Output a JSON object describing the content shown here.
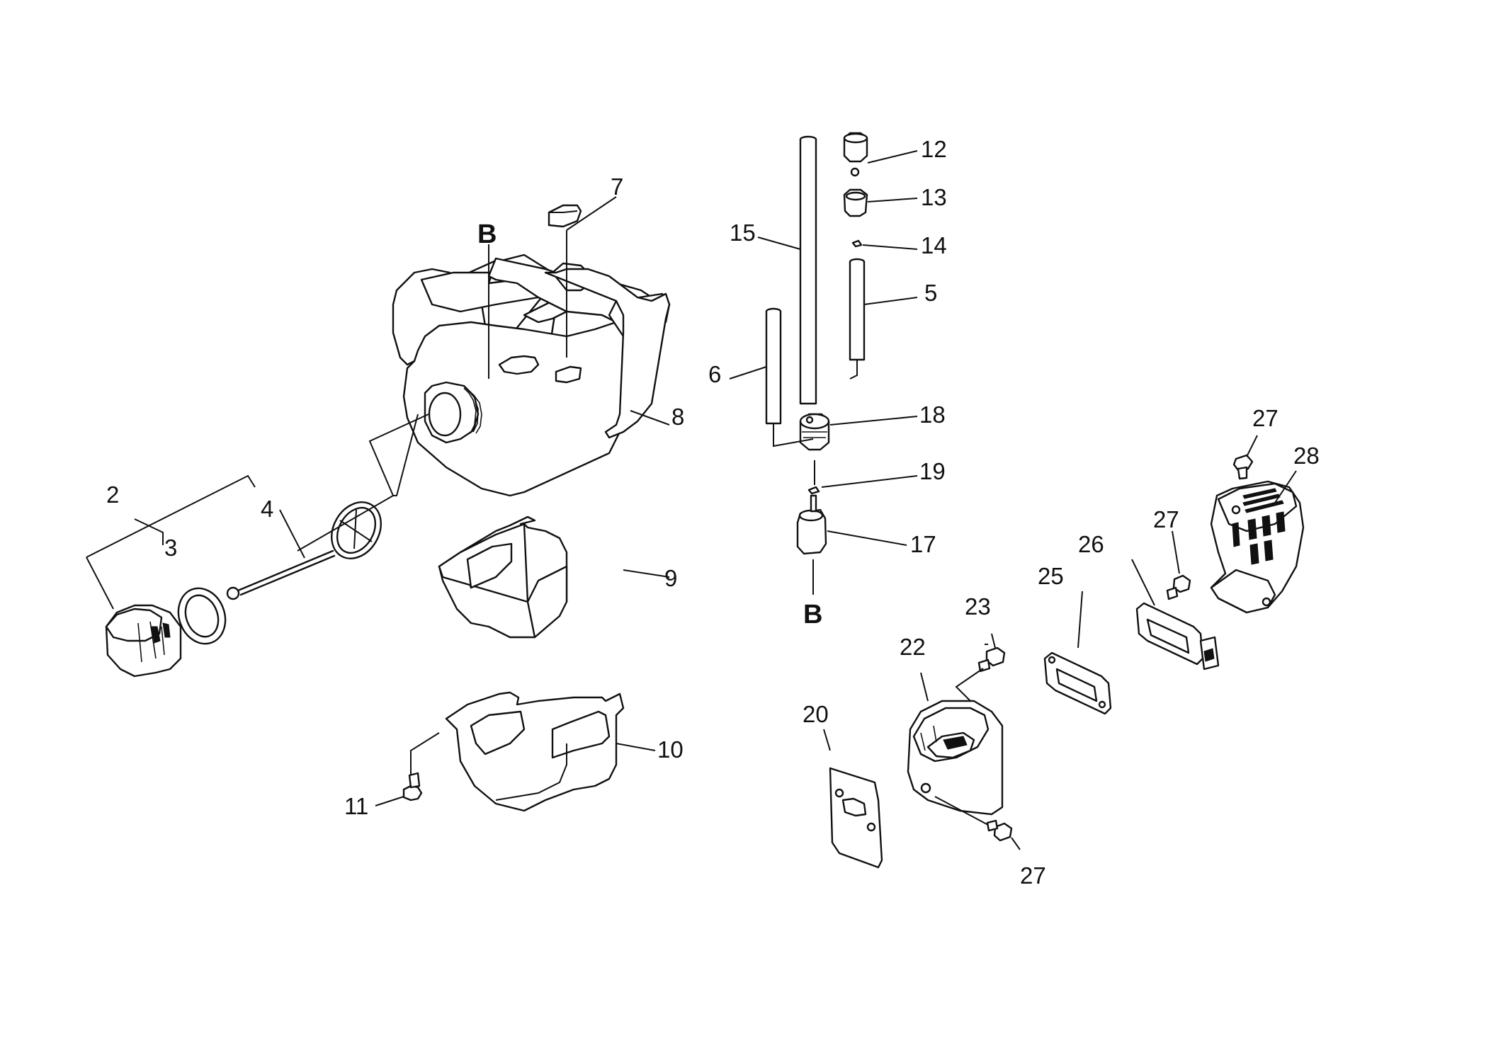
{
  "labels": {
    "p2": "2",
    "p3": "3",
    "p4": "4",
    "p5": "5",
    "p6": "6",
    "p7": "7",
    "p8": "8",
    "p9": "9",
    "p10": "10",
    "p11": "11",
    "p12": "12",
    "p13": "13",
    "p14": "14",
    "p15": "15",
    "p17": "17",
    "p18": "18",
    "p19": "19",
    "p20": "20",
    "p22": "22",
    "p23": "23",
    "p25": "25",
    "p26": "26",
    "p27a": "27",
    "p27b": "27",
    "p27c": "27",
    "p28": "28",
    "refB_top": "B",
    "refB_bottom": "B"
  }
}
